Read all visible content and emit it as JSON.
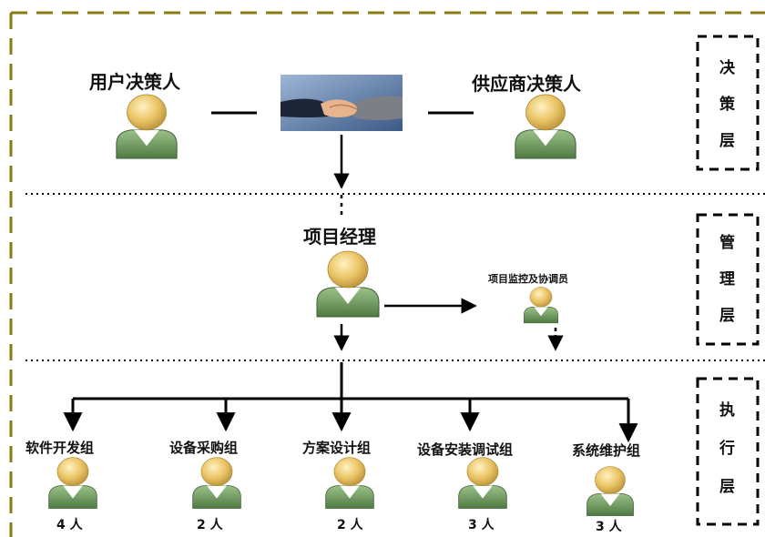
{
  "decision": {
    "user_decider": "用户决策人",
    "supplier_decider": "供应商决策人"
  },
  "management": {
    "project_manager": "项目经理",
    "monitor": "项目监控及协调员"
  },
  "groups": [
    {
      "name": "软件开发组",
      "count": "4 人"
    },
    {
      "name": "设备采购组",
      "count": "2 人"
    },
    {
      "name": "方案设计组",
      "count": "2 人"
    },
    {
      "name": "设备安装调试组",
      "count": "3 人"
    },
    {
      "name": "系统维护组",
      "count": "3 人"
    }
  ],
  "layers": [
    {
      "chars": [
        "决",
        "策",
        "层"
      ]
    },
    {
      "chars": [
        "管",
        "理",
        "层"
      ]
    },
    {
      "chars": [
        "执",
        "行",
        "层"
      ]
    }
  ],
  "colors": {
    "frame": "#8a7a12",
    "head": "#e9c25f",
    "body": "#6f9a5e",
    "collar": "#ffffff"
  },
  "icons": {
    "handshake": "handshake-photo",
    "person": "person-icon"
  }
}
